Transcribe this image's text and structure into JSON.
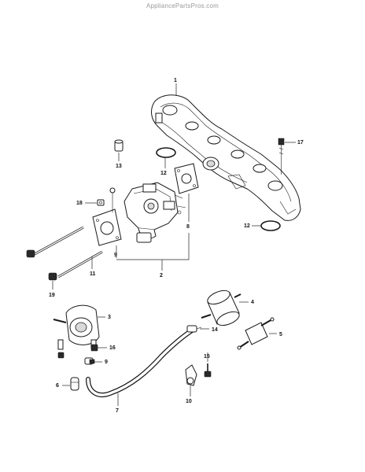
{
  "watermark": "AppliancePartsPros.com",
  "callouts": [
    "1",
    "2",
    "3",
    "4",
    "5",
    "6",
    "7",
    "8",
    "9",
    "9",
    "10",
    "11",
    "12",
    "12",
    "13",
    "14",
    "15",
    "16",
    "17",
    "18",
    "19"
  ]
}
